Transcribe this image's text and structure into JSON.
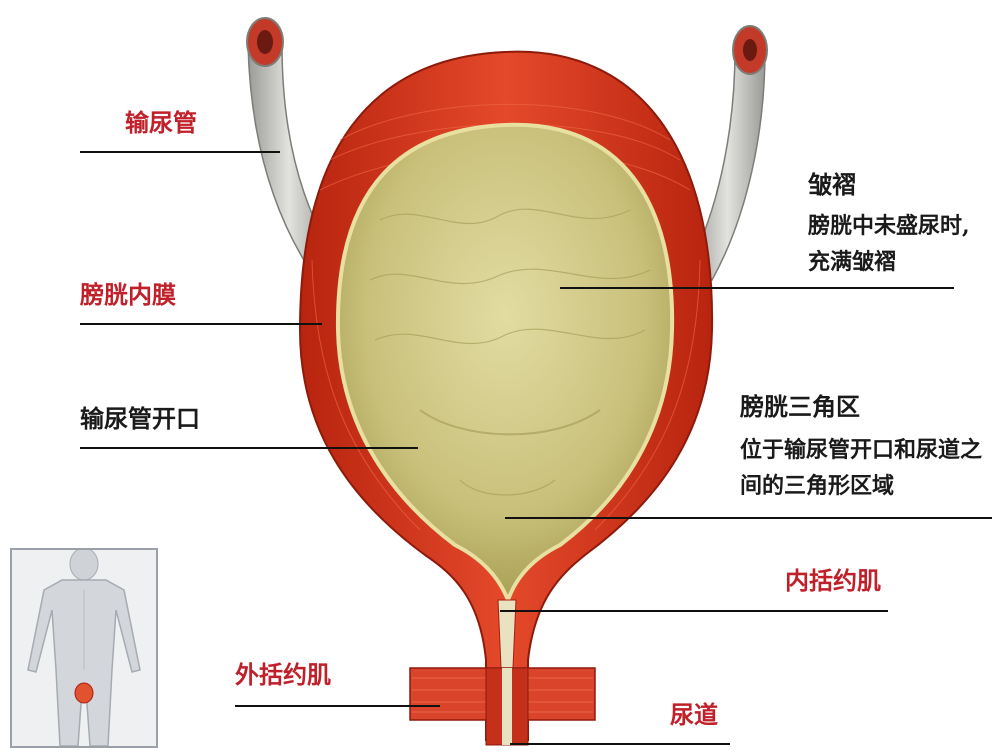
{
  "labels": {
    "ureter": "输尿管",
    "mucosa": "膀胱内膜",
    "ureter_opening": "输尿管开口",
    "folds": "皱褶",
    "folds_desc_1": "膀胱中未盛尿时,",
    "folds_desc_2": "充满皱褶",
    "trigone": "膀胱三角区",
    "trigone_desc_1": "位于输尿管开口和尿道之",
    "trigone_desc_2": "间的三角形区域",
    "internal_sphincter": "内括约肌",
    "external_sphincter": "外括约肌",
    "urethra": "尿道"
  },
  "colors": {
    "muscle": "#d9381e",
    "muscle_dark": "#a81c10",
    "lumen": "#c9c27a",
    "lumen_light": "#ddd79a",
    "ureter": "#c9c9c4",
    "label_red": "#c0202a"
  }
}
